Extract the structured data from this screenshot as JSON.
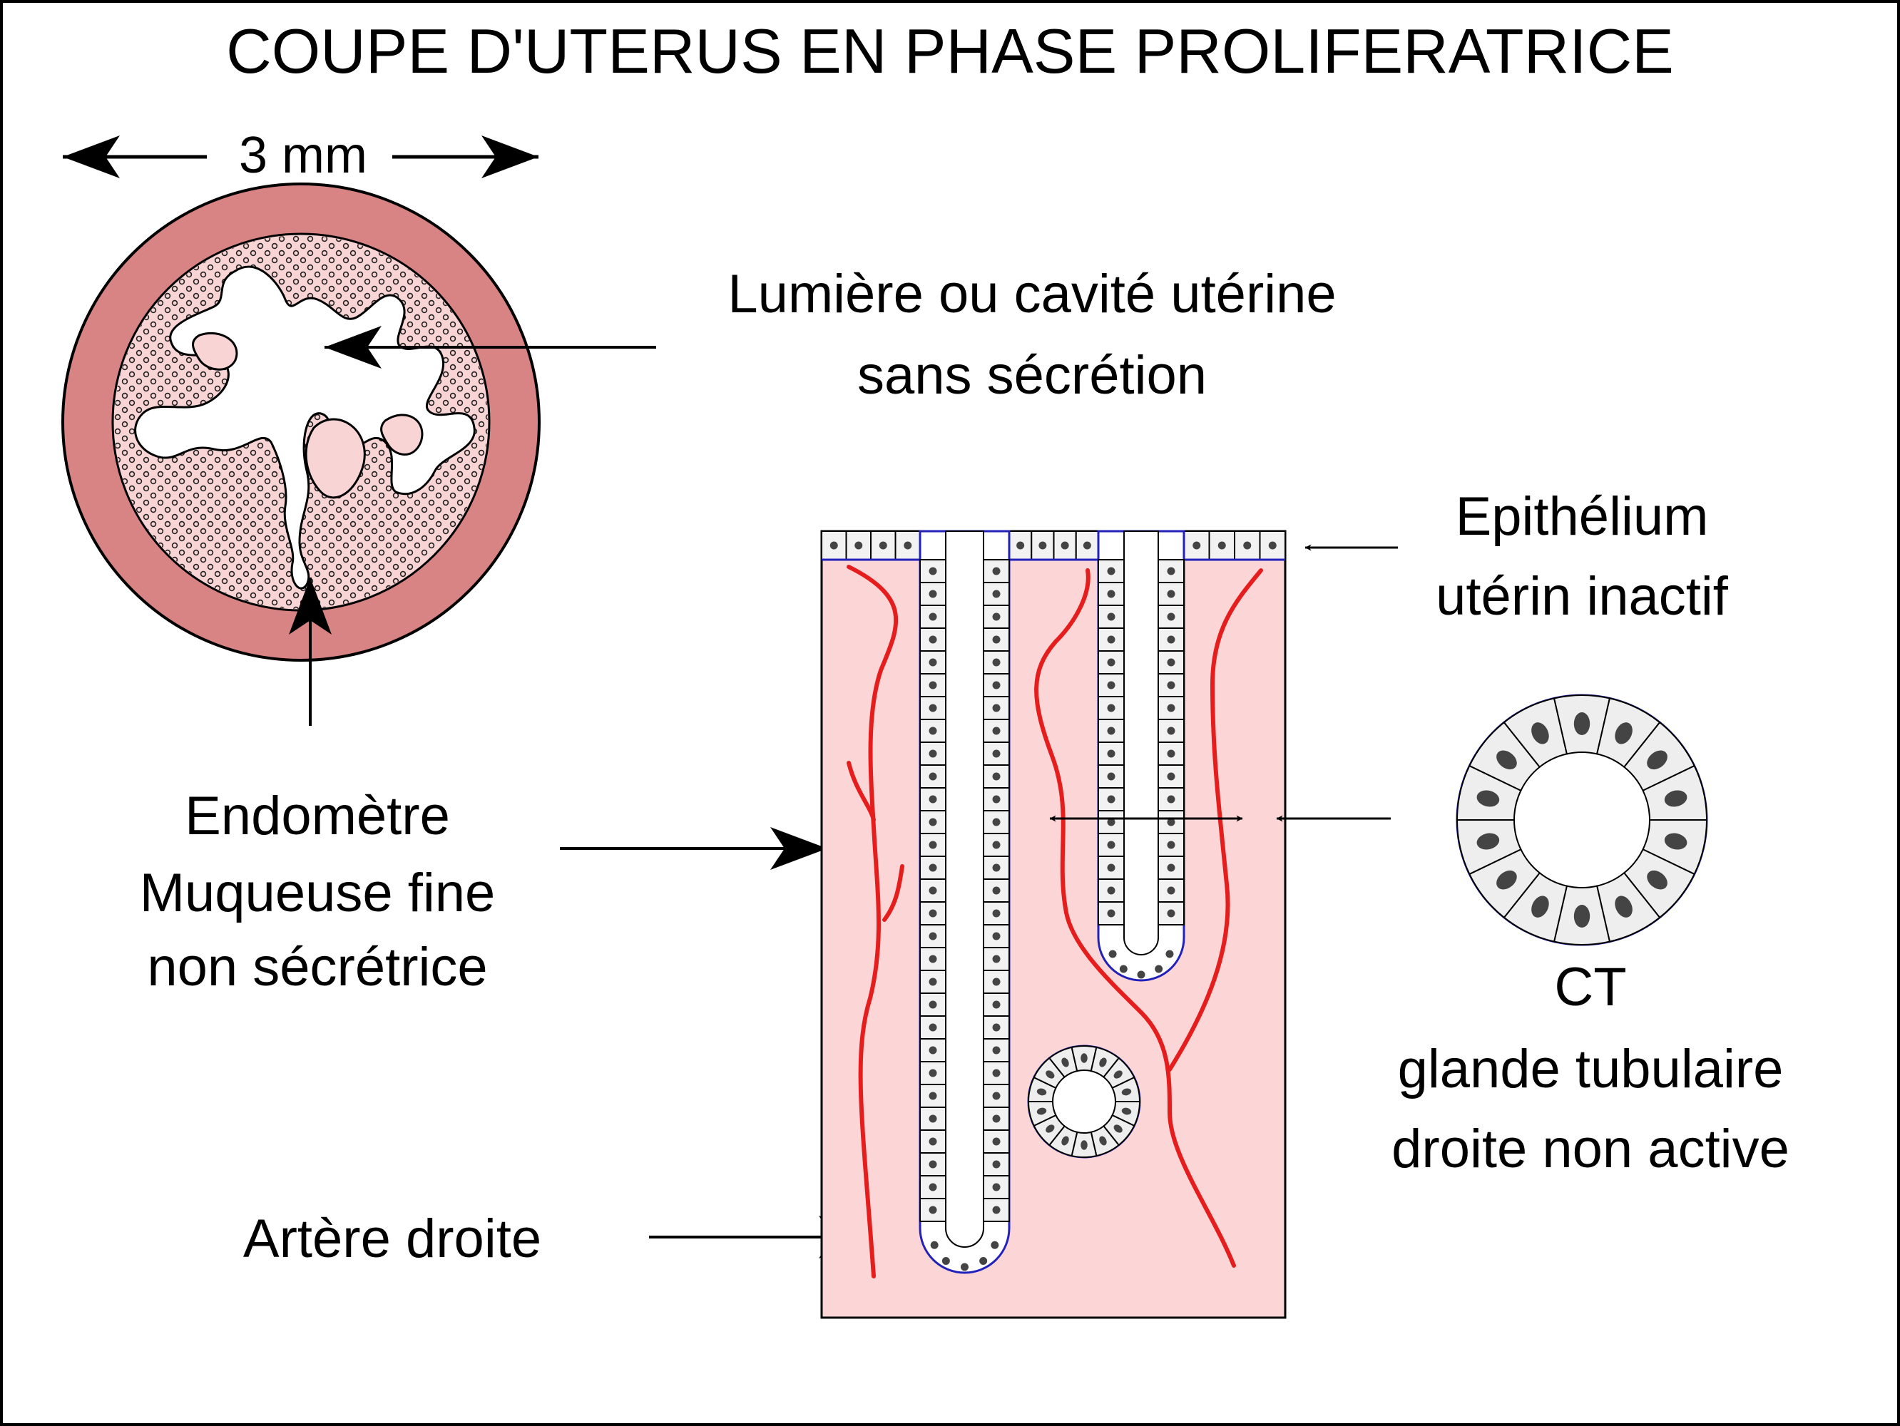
{
  "title": "COUPE D'UTERUS EN PHASE PROLIFERATRICE",
  "scale": {
    "label": "3 mm"
  },
  "labels": {
    "lumen_line1": "Lumière ou cavité utérine",
    "lumen_line2": "sans sécrétion",
    "epithelium_line1": "Epithélium",
    "epithelium_line2": "utérin inactif",
    "endometrium_line1": "Endomètre",
    "endometrium_line2": "Muqueuse fine",
    "endometrium_line3": "non sécrétrice",
    "ct_line1": "CT",
    "ct_line2": "glande tubulaire",
    "ct_line3": "droite non active",
    "artery": "Artère droite"
  },
  "colors": {
    "myometrium": "#d98484",
    "endometrium": "#f9d4d4",
    "artery": "#e51d1d",
    "basement_membrane": "#2222bb",
    "nucleus": "#444444",
    "outline": "#000000"
  }
}
